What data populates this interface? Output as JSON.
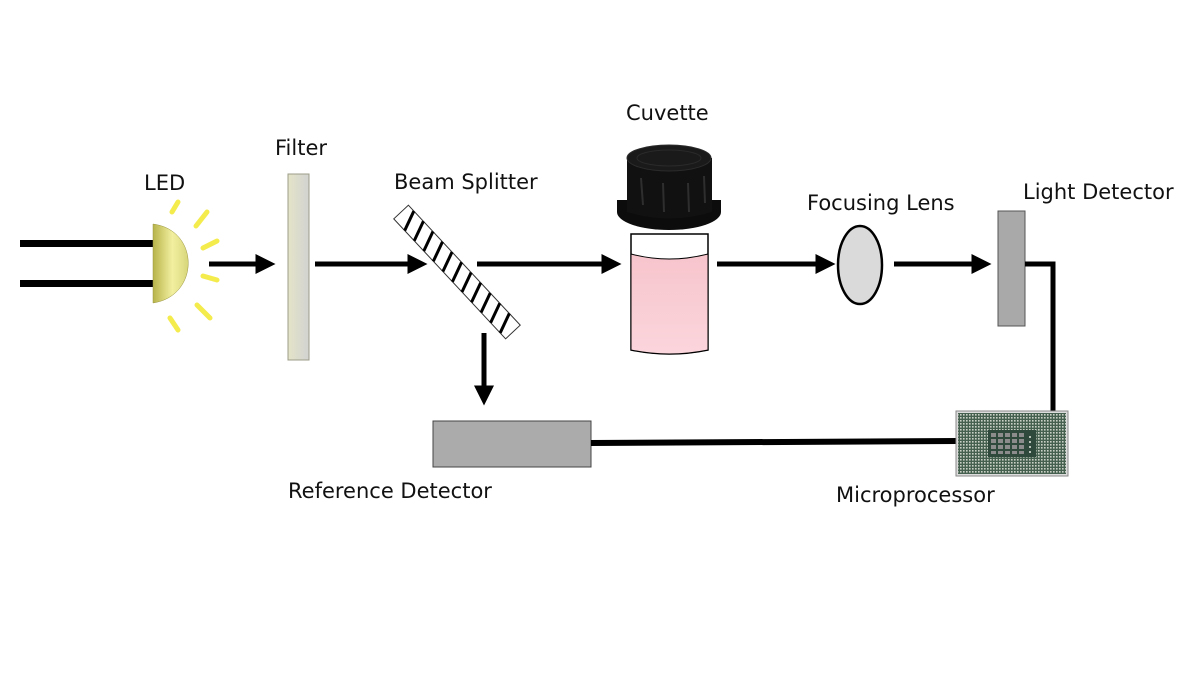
{
  "diagram": {
    "title": "",
    "components": {
      "led": "LED",
      "filter": "Filter",
      "beam_splitter": "Beam Splitter",
      "cuvette": "Cuvette",
      "focusing_lens": "Focusing Lens",
      "light_detector": "Light Detector",
      "reference_detector": "Reference Detector",
      "microprocessor": "Microprocessor"
    },
    "connections": [
      {
        "from": "LED",
        "to": "Filter",
        "type": "arrow"
      },
      {
        "from": "Filter",
        "to": "Beam Splitter",
        "type": "arrow"
      },
      {
        "from": "Beam Splitter",
        "to": "Cuvette",
        "type": "arrow"
      },
      {
        "from": "Beam Splitter",
        "to": "Reference Detector",
        "type": "arrow"
      },
      {
        "from": "Cuvette",
        "to": "Focusing Lens",
        "type": "arrow"
      },
      {
        "from": "Focusing Lens",
        "to": "Light Detector",
        "type": "arrow"
      },
      {
        "from": "Light Detector",
        "to": "Microprocessor",
        "type": "wire"
      },
      {
        "from": "Reference Detector",
        "to": "Microprocessor",
        "type": "wire"
      }
    ],
    "colors": {
      "led_body": "#d8d67a",
      "led_rays": "#f5ec3a",
      "filter": "#e2e2d6",
      "cuvette_liquid": "#f9c9d0",
      "cuvette_cap": "#0e0e0e",
      "lens": "#dadada",
      "detector": "#a9a9a9",
      "chip_board": "#3e5a4a"
    }
  }
}
